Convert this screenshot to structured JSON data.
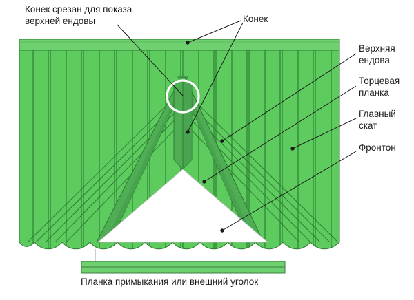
{
  "diagram": {
    "title_caption": "Планка примыкания или внешний уголок",
    "labels": {
      "ridge_cut": "Конек срезан для показа\nверхней ендовы",
      "ridge": "Конек",
      "upper_valley": "Верхняя\nендова",
      "end_strip": "Торцевая\nпланка",
      "main_slope": "Главный\nскат",
      "gable": "Фронтон"
    },
    "colors": {
      "roof_green": "#5ecb5e",
      "roof_green_light": "#6ed06e",
      "valley_green": "#4fae54",
      "valley_green_dark": "#47a14d",
      "outline": "#2f7a33",
      "line": "#1f6b28",
      "leader": "#1a1a1a",
      "highlight_circle": "#ffffff",
      "text": "#1b1b1b",
      "background": "#ffffff"
    },
    "parts": {
      "ridge_cap": "ridge-cap-band",
      "field": "main-roof-field",
      "valley_left": "left-valley-strip",
      "valley_right": "right-valley-strip",
      "ridge_post": "vertical-ridge-strip",
      "dormer_face": "white-gable-triangle",
      "eave": "scalloped-eave-edge",
      "bottom_strip": "abutment-strip-bar",
      "highlight": "ridge-detail-circle"
    }
  }
}
